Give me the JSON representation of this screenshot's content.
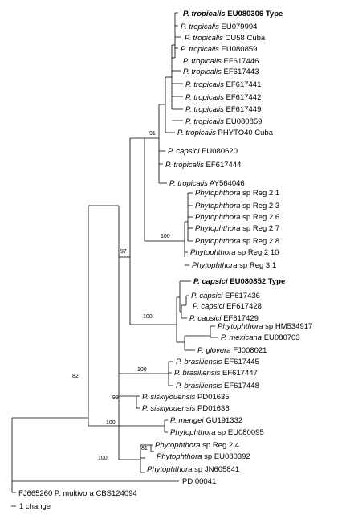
{
  "taxa": [
    {
      "sp": "P. tropicalis",
      "acc": "EU080306 Type",
      "bold": true
    },
    {
      "sp": "P. tropicalis",
      "acc": "EU079994"
    },
    {
      "sp": "P. tropicalis",
      "acc": "CU58 Cuba"
    },
    {
      "sp": "P. tropicalis",
      "acc": "EU080859"
    },
    {
      "sp": "P. tropicalis",
      "acc": "EF617446"
    },
    {
      "sp": "P. tropicalis",
      "acc": "EF617443"
    },
    {
      "sp": "P. tropicalis",
      "acc": "EF617441"
    },
    {
      "sp": "P. tropicalis",
      "acc": "EF617442"
    },
    {
      "sp": "P. tropicalis",
      "acc": "EF617449"
    },
    {
      "sp": "P. tropicalis",
      "acc": "EU080859"
    },
    {
      "sp": "P. tropicalis",
      "acc": "PHYTO40 Cuba"
    },
    {
      "sp": "P. capsici",
      "acc": "EU080620"
    },
    {
      "sp": "P. tropicalis",
      "acc": "EF617444"
    },
    {
      "sp": "P. tropicalis",
      "acc": "AY564046"
    },
    {
      "sp": "Phytophthora",
      "acc": "sp Reg 2 1"
    },
    {
      "sp": "Phytophthora",
      "acc": "sp Reg 2 3"
    },
    {
      "sp": "Phytophthora",
      "acc": "sp Reg  2 6"
    },
    {
      "sp": "Phytophthora",
      "acc": "sp Reg 2 7"
    },
    {
      "sp": "Phytophthora",
      "acc": "sp Reg 2 8"
    },
    {
      "sp": "Phytophthora",
      "acc": "sp Reg 2 10"
    },
    {
      "sp": "Phytophthora",
      "acc": "sp Reg 3 1"
    },
    {
      "sp": "P. capsici",
      "acc": "EU080852 Type",
      "bold": true
    },
    {
      "sp": "P. capsici",
      "acc": "EF617436"
    },
    {
      "sp": "P. capsici",
      "acc": "EF617428"
    },
    {
      "sp": "P. capsici",
      "acc": "EF617429"
    },
    {
      "sp": "Phytophthora",
      "acc": "sp HM534917"
    },
    {
      "sp": "P. mexicana",
      "acc": "EU080703"
    },
    {
      "sp": "P. glovera",
      "acc": "FJ008021"
    },
    {
      "sp": "P. brasiliensis",
      "acc": "EF617445"
    },
    {
      "sp": "P. brasiliensis",
      "acc": "EF617447"
    },
    {
      "sp": "P. brasiliensis",
      "acc": "EF617448"
    },
    {
      "sp": "P. siskiyouensis",
      "acc": "PD01635"
    },
    {
      "sp": "P. siskiyouensis",
      "acc": "PD01636"
    },
    {
      "sp": "P. mengei",
      "acc": "GU191332"
    },
    {
      "sp": "Phytophthora",
      "acc": "sp EU080095"
    },
    {
      "sp": "Phytophthora",
      "acc": "sp Reg 2 4"
    },
    {
      "sp": "Phytophthora",
      "acc": "sp EU080392"
    },
    {
      "sp": "Phytophthora",
      "acc": "sp JN605841"
    },
    {
      "sp": "",
      "acc": "PD 00041"
    },
    {
      "sp": "",
      "acc": "FJ665260 P. multivora CBS124094"
    }
  ],
  "bootstrap": [
    "91",
    "97",
    "100",
    "100",
    "82",
    "100",
    "99",
    "100",
    "81",
    "100"
  ],
  "scale_bar_label": "1 change"
}
